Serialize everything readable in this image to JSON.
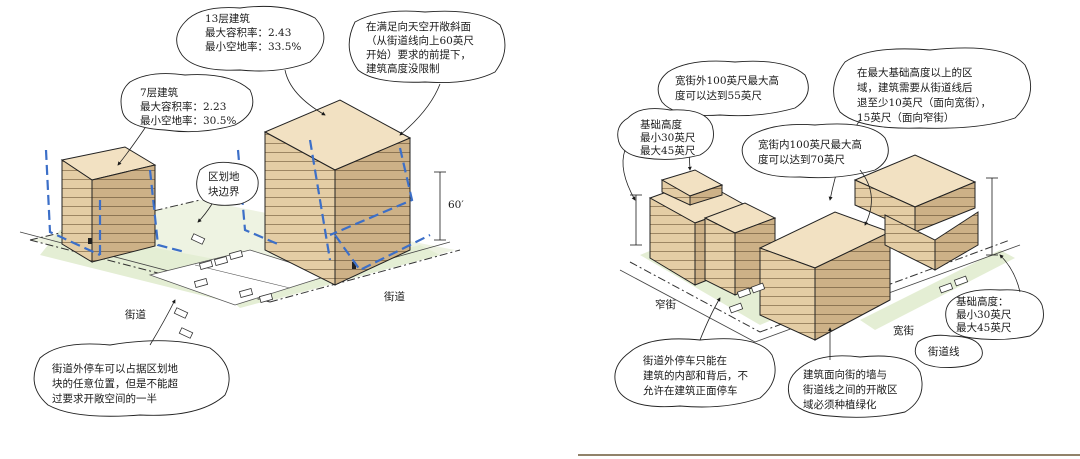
{
  "left_panel": {
    "callout_13f": [
      "13层建筑",
      "最大容积率：2.43",
      "最小空地率：33.5%"
    ],
    "callout_7f": [
      "7层建筑",
      "最大容积率：2.23",
      "最小空地率：30.5%"
    ],
    "callout_sky": [
      "在满足向天空开敞斜面",
      "（从街道线向上60英尺",
      "开始）要求的前提下，",
      "建筑高度没限制"
    ],
    "callout_zone": [
      "区划地",
      "块边界"
    ],
    "dim_60": "60′",
    "street_right": "街道",
    "street_left": "街道",
    "callout_parking": [
      "街道外停车可以占据区划地",
      "块的任意位置，但是不能超",
      "过要求开敞空间的一半"
    ]
  },
  "right_panel": {
    "callout_narrow_h": [
      "宽街外100英尺最大高",
      "度可以达到55英尺"
    ],
    "callout_setback": [
      "在最大基础高度以上的区",
      "域，建筑需要从街道线后",
      "退至少10英尺（面向宽街），",
      "15英尺（面向窄街）"
    ],
    "callout_base_left": [
      "基础高度",
      "最小30英尺",
      "最大45英尺"
    ],
    "callout_wide_h": [
      "宽街内100英尺最大高",
      "度可以达到70英尺"
    ],
    "street_narrow": "窄街",
    "callout_base_right": [
      "基础高度：",
      "最小30英尺",
      "最大45英尺"
    ],
    "street_wide": "宽街",
    "street_line": "街道线",
    "callout_parking": [
      "街道外停车只能在",
      "建筑的内部和背后，不",
      "允许在建筑正面停车"
    ],
    "callout_planting": [
      "建筑面向街的墙与",
      "街道线之间的开敞区",
      "域必须种植绿化"
    ]
  }
}
